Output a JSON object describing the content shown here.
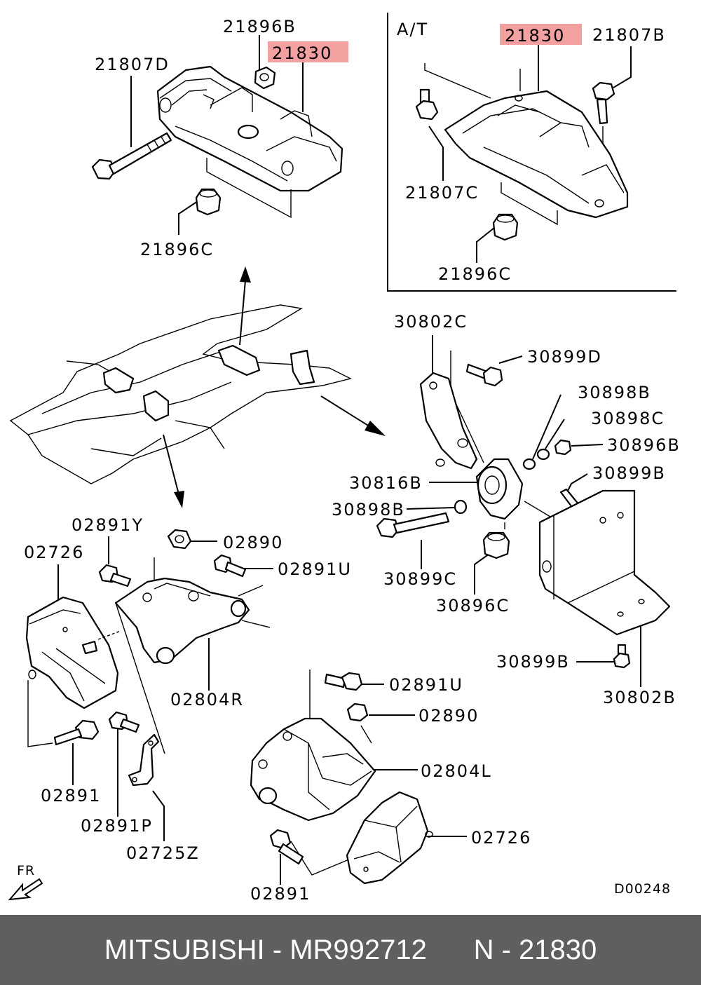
{
  "title": {
    "brand": "MITSUBISHI",
    "part_number": "MR992712",
    "ref_number": "N - 21830",
    "separator": " - "
  },
  "section_label": "A/T",
  "diagram_code": "D00248",
  "direction_label": "FR",
  "highlight_color": "#f3a0a0",
  "footer_color": "#5f5f5f",
  "labels": {
    "l21896B": "21896B",
    "l21830a": "21830",
    "l21807D": "21807D",
    "l21896Ca": "21896C",
    "l21830b": "21830",
    "l21807B": "21807B",
    "l21807C": "21807C",
    "l21896Cb": "21896C",
    "l30802C": "30802C",
    "l30899D": "30899D",
    "l30898Ba": "30898B",
    "l30898C": "30898C",
    "l30896B": "30896B",
    "l30816B": "30816B",
    "l30899B": "30899B",
    "l30898Bb": "30898B",
    "l30899C": "30899C",
    "l30896C": "30896C",
    "l30899Bb": "30899B",
    "l30802B": "30802B",
    "l02891Y": "02891Y",
    "l02726a": "02726",
    "l02890a": "02890",
    "l02891Ua": "02891U",
    "l02804R": "02804R",
    "l02891a": "02891",
    "l02891P": "02891P",
    "l02725Z": "02725Z",
    "l02891Ub": "02891U",
    "l02890b": "02890",
    "l02804L": "02804L",
    "l02726b": "02726",
    "l02891b": "02891"
  }
}
